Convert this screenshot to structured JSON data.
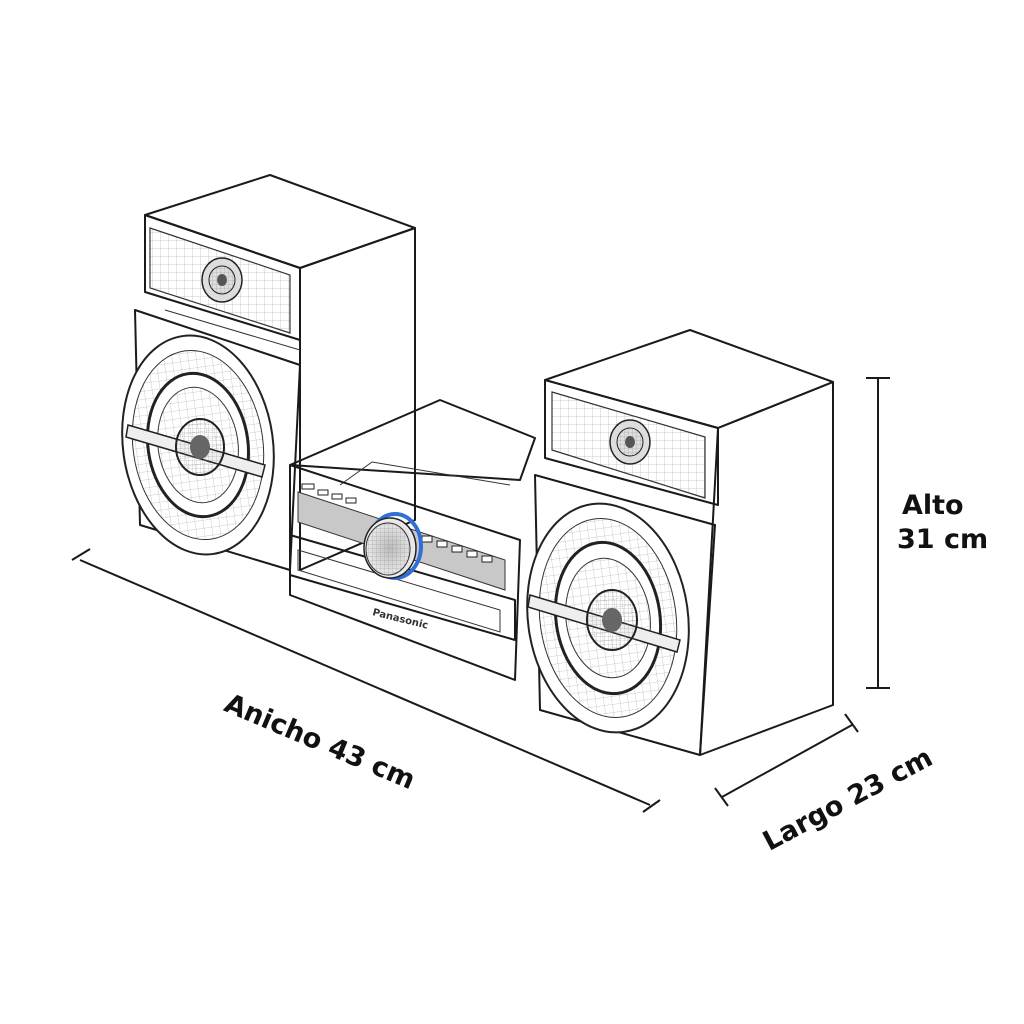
{
  "title": "Stereo system dimensions diagram",
  "product": {
    "brand_label": "Panasonic",
    "components": [
      "left-speaker",
      "main-unit",
      "right-speaker"
    ],
    "accent_color": "#2f6fd6"
  },
  "dimensions": {
    "width": {
      "label": "Anicho 43 cm"
    },
    "height": {
      "label_line1": "Alto",
      "label_line2": "31 cm"
    },
    "depth": {
      "label": "Largo 23 cm"
    }
  }
}
